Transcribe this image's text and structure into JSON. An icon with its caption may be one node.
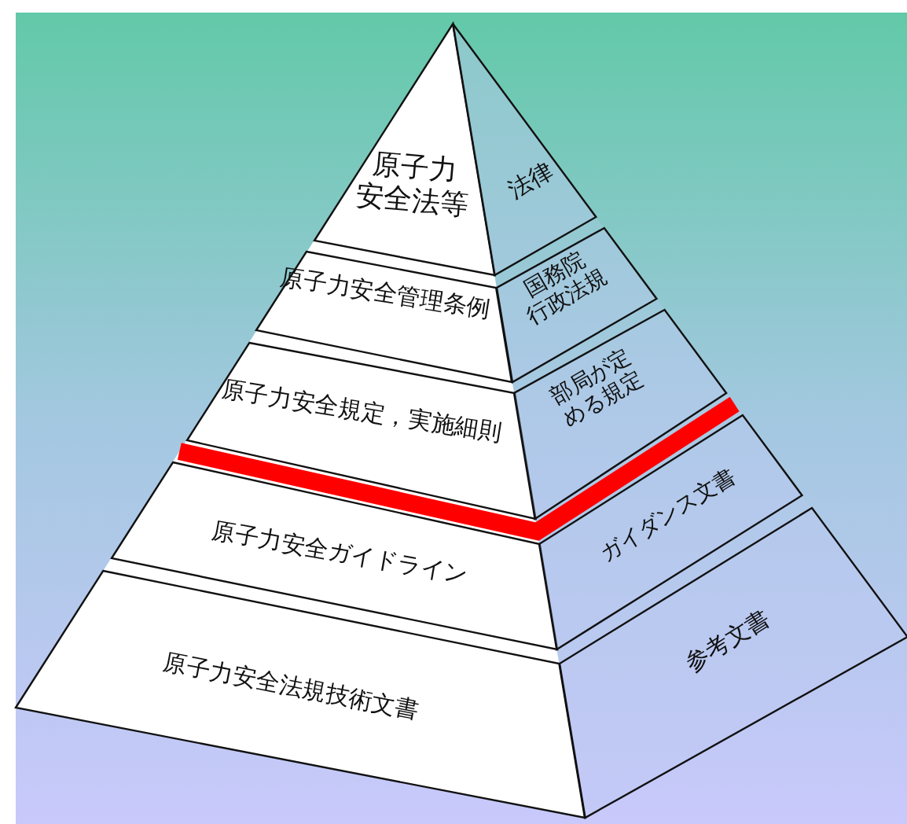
{
  "diagram": {
    "nodes": [
      {
        "text": [
          "原子力安全法等"
        ]
      },
      {
        "text": [
          "法律"
        ]
      },
      {
        "text": [
          "原子力安全管理条例"
        ]
      },
      {
        "text": [
          "国務院行政法規"
        ]
      },
      {
        "text": [
          "原子力安全規定，実施細則"
        ]
      },
      {
        "text": [
          "部局が定める規定"
        ]
      },
      {
        "text": [
          "原子力安全ガイドライン"
        ]
      },
      {
        "text": [
          "ガイダンス文書"
        ]
      },
      {
        "text": [
          "原子力安全法規技術文書"
        ]
      },
      {
        "text": [
          "参考文書"
        ]
      }
    ]
  }
}
